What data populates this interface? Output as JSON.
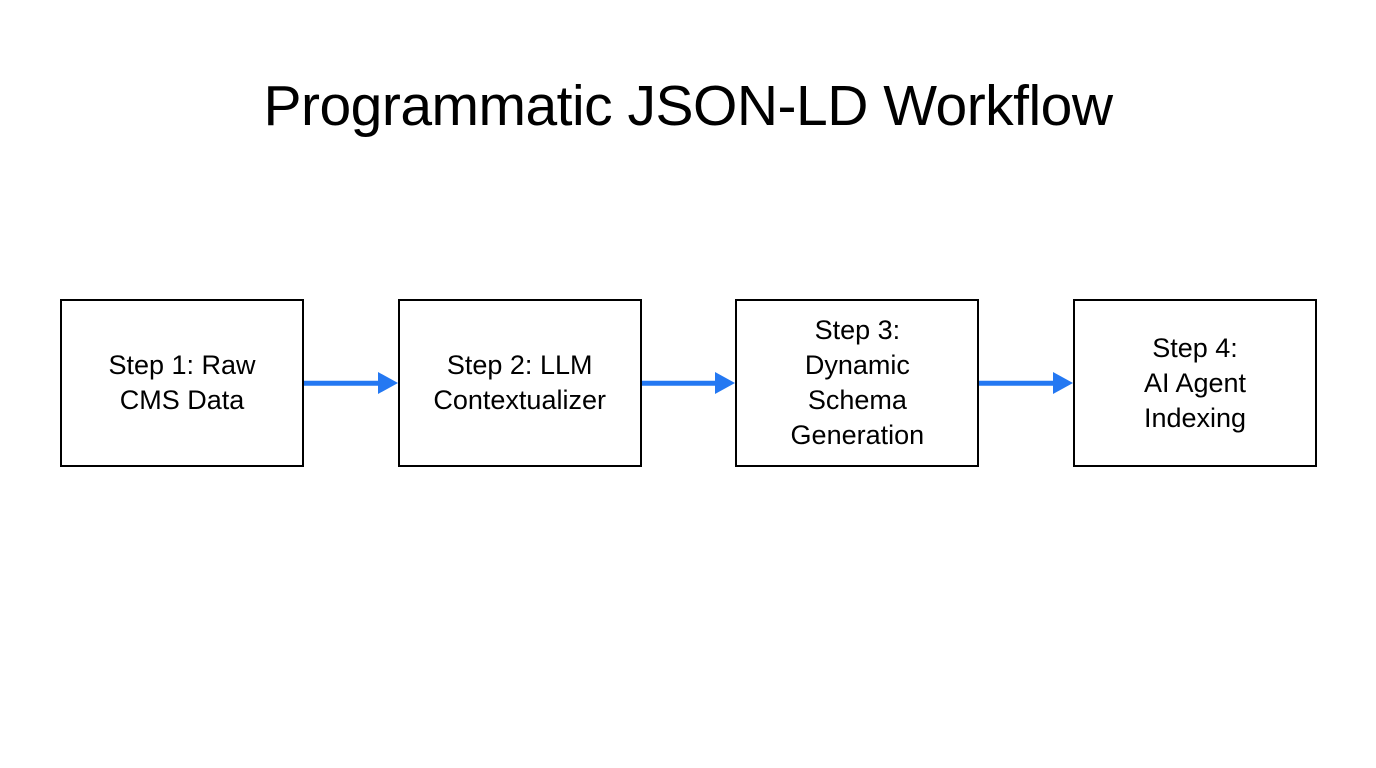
{
  "title": "Programmatic JSON-LD Workflow",
  "diagram": {
    "type": "flowchart",
    "direction": "left-to-right",
    "steps": [
      {
        "id": 1,
        "label": "Step 1: Raw\nCMS Data"
      },
      {
        "id": 2,
        "label": "Step 2: LLM\nContextualizer"
      },
      {
        "id": 3,
        "label": "Step 3:\nDynamic\nSchema\nGeneration"
      },
      {
        "id": 4,
        "label": "Step 4:\nAI Agent\nIndexing"
      }
    ],
    "connectors": [
      {
        "from": 1,
        "to": 2,
        "style": "arrow-right"
      },
      {
        "from": 2,
        "to": 3,
        "style": "arrow-right"
      },
      {
        "from": 3,
        "to": 4,
        "style": "arrow-right"
      }
    ],
    "colors": {
      "background": "#ffffff",
      "text": "#000000",
      "box_border": "#000000",
      "arrow": "#2478f2"
    }
  }
}
